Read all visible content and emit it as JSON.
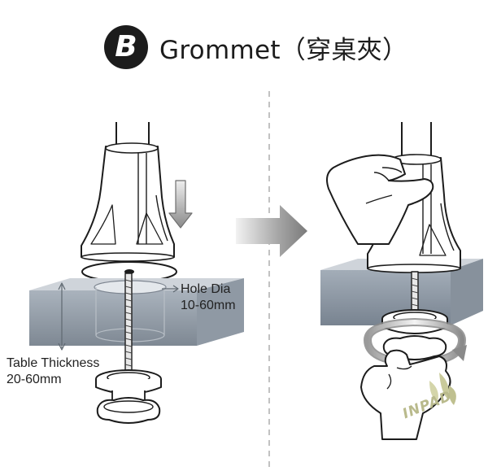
{
  "header": {
    "badge_letter": "B",
    "title": "Grommet（穿桌夾）"
  },
  "labels": {
    "hole_dia_title": "Hole Dia",
    "hole_dia_range": "10-60mm",
    "table_thickness_title": "Table Thickness",
    "table_thickness_range": "20-60mm"
  },
  "watermark": {
    "text": "INPAD"
  },
  "colors": {
    "ink": "#1c1c1c",
    "desk_top": "#c9ced4",
    "desk_front": "#9aa4ae",
    "arrow_gray": "#8c8c8c",
    "logo": "#b9ba8c"
  },
  "icons": {
    "step_arrow": "right-arrow-icon",
    "down_arrow": "down-arrow-icon",
    "rotate": "rotate-arrow-icon"
  }
}
